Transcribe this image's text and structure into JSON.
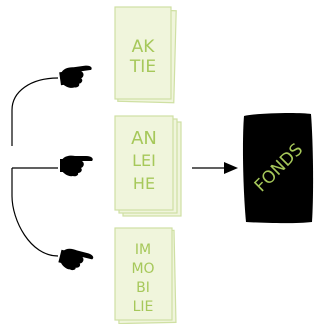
{
  "colors": {
    "card_fill": "#f0f5dc",
    "card_stroke": "#cfe0a3",
    "card_text": "#a6c85a",
    "fonds_fill": "#000000",
    "fonds_text": "#a6c85a",
    "line": "#000000"
  },
  "icons": {
    "pointer": "pointing-hand-icon",
    "arrow": "arrow-right-icon"
  },
  "cards": [
    {
      "id": "aktie",
      "lines": [
        "AK",
        "TIE"
      ]
    },
    {
      "id": "anleihe",
      "lines": [
        "AN",
        "LEI",
        "HE"
      ]
    },
    {
      "id": "immobilie",
      "lines": [
        "IM",
        "MO",
        "BI",
        "LIE"
      ]
    }
  ],
  "fonds": {
    "label": "FONDS"
  }
}
